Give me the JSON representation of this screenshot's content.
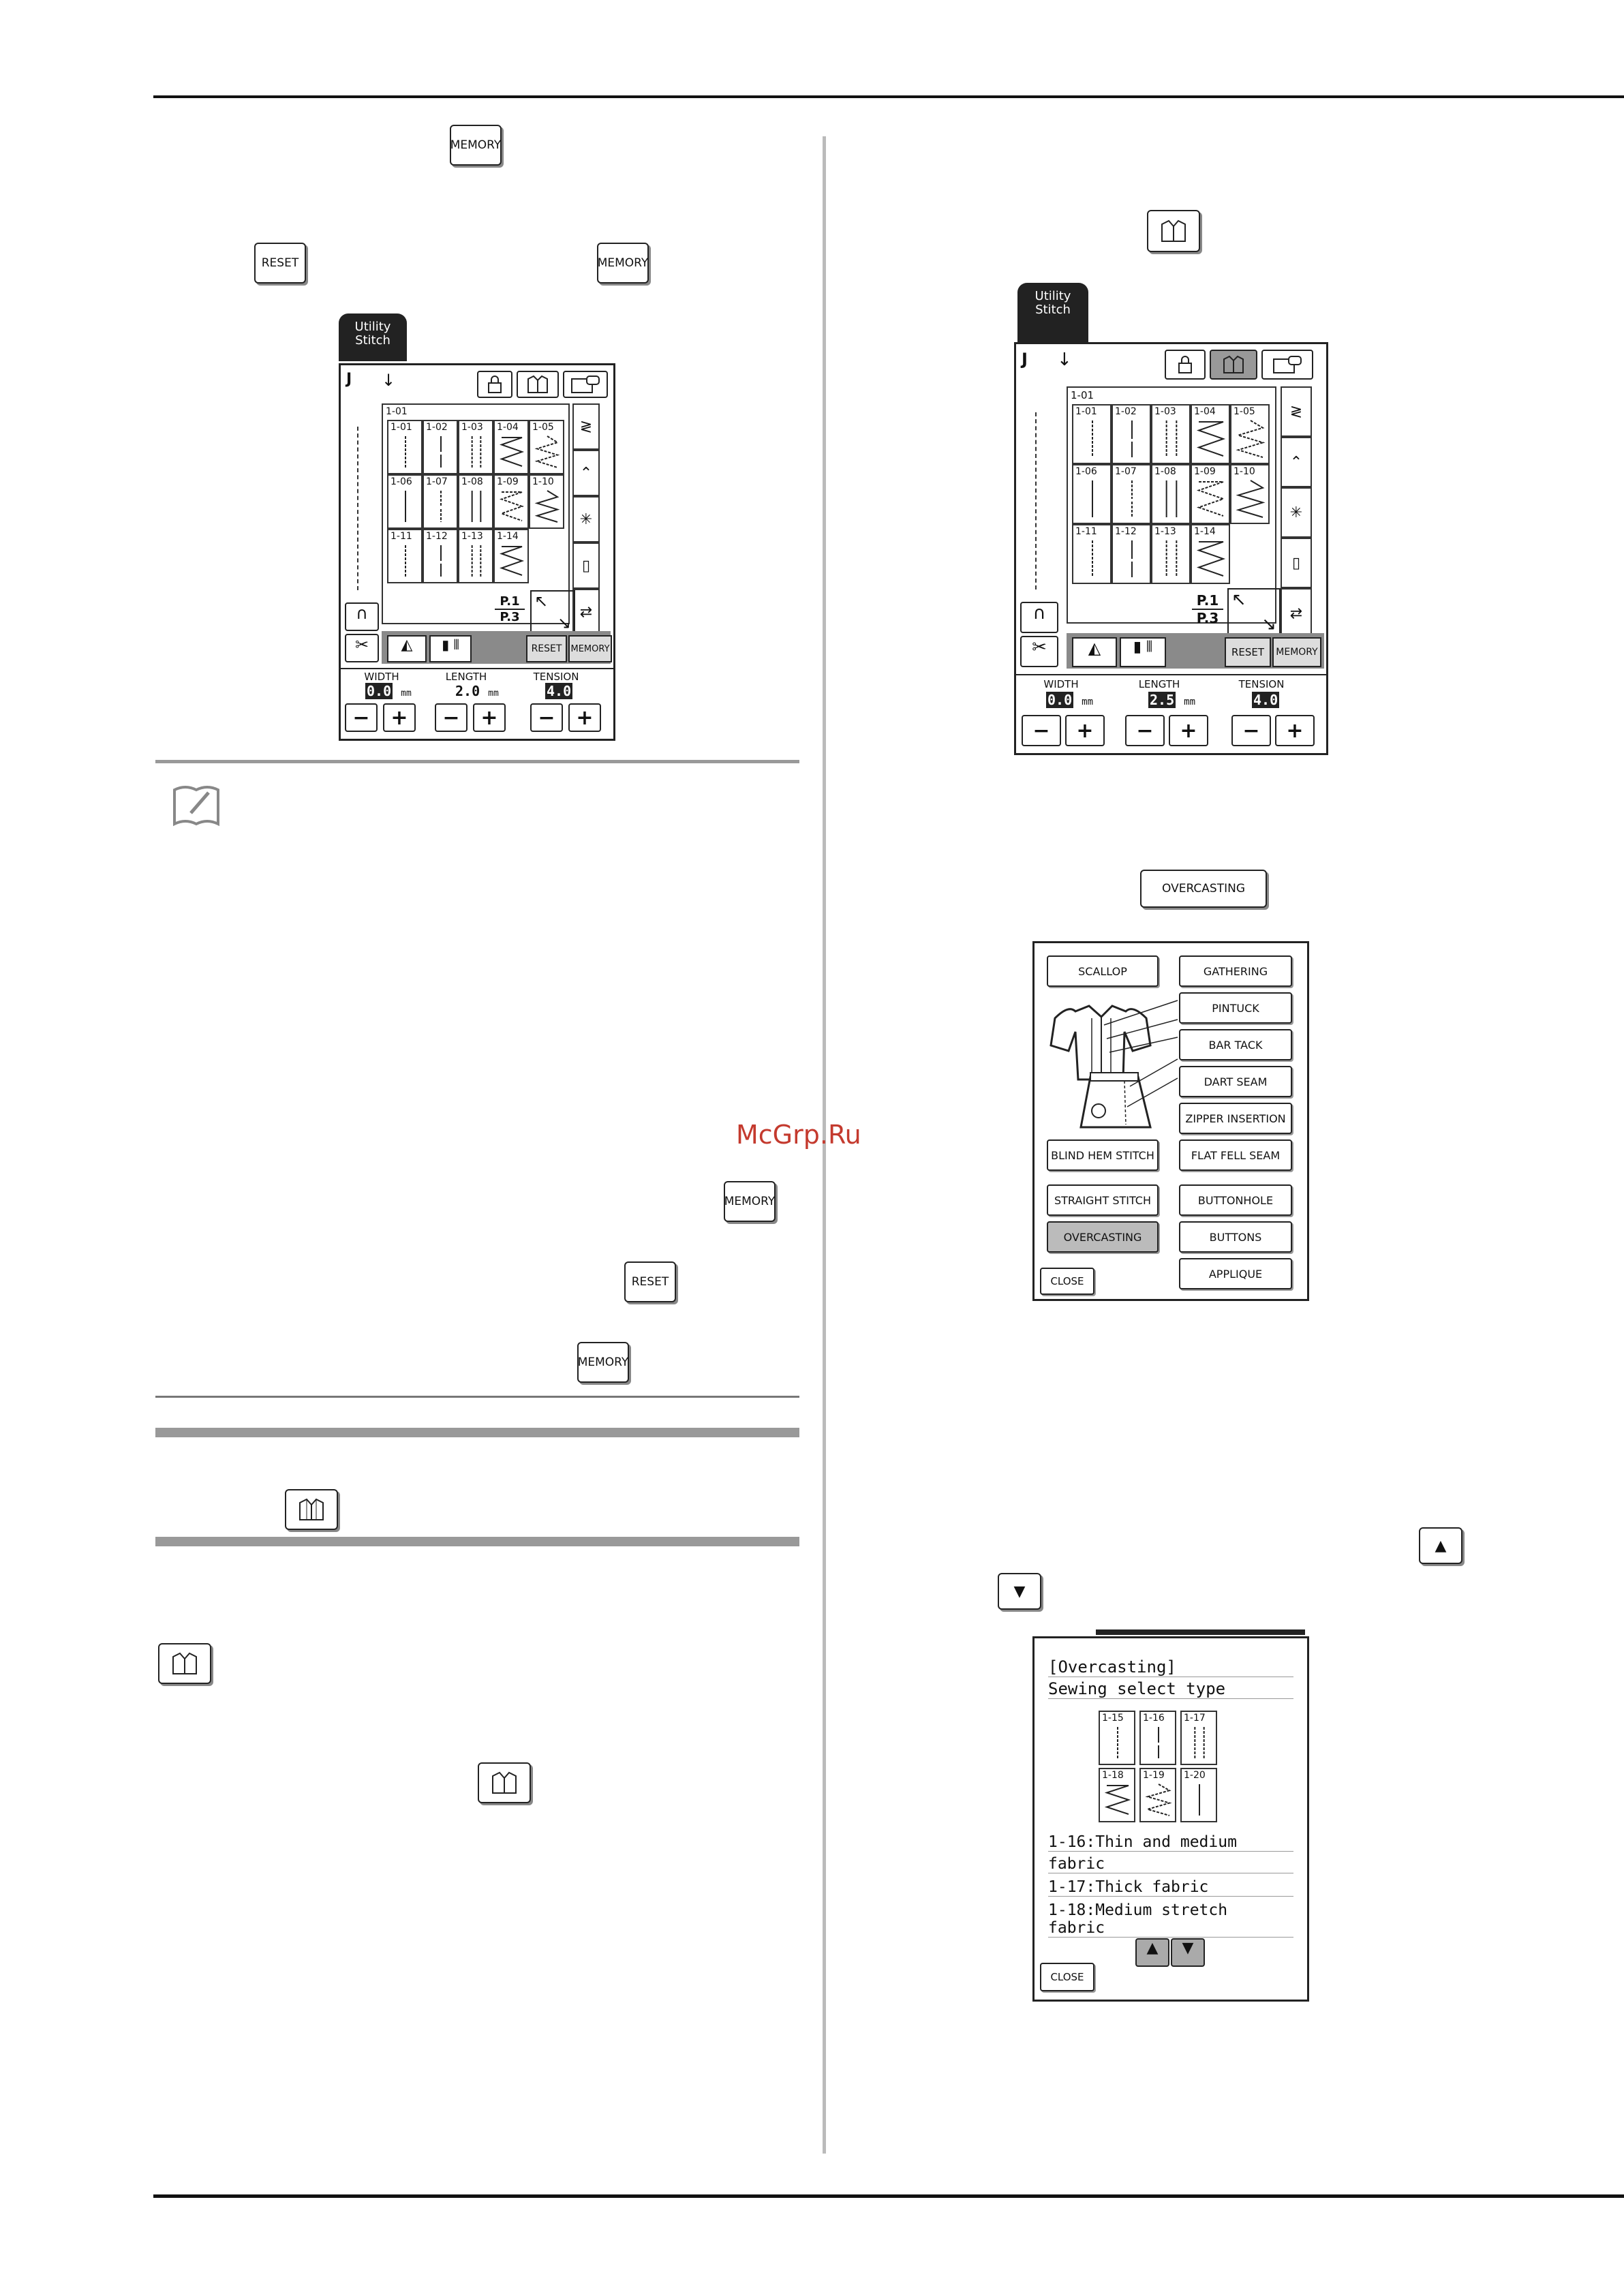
{
  "keys": {
    "memory": "MEMORY",
    "reset": "RESET",
    "overcasting": "OVERCASTING"
  },
  "utility_screen": {
    "tab": "Utility Stitch",
    "page_top": "1-01",
    "cells": [
      "1-01",
      "1-02",
      "1-03",
      "1-04",
      "1-05",
      "1-06",
      "1-07",
      "1-08",
      "1-09",
      "1-10",
      "1-11",
      "1-12",
      "1-13",
      "1-14"
    ],
    "page_num": "P.1",
    "page_total": "P.3",
    "reset": "RESET",
    "memory": "MEMORY",
    "width_label": "WIDTH",
    "length_label": "LENGTH",
    "tension_label": "TENSION",
    "mm": "mm",
    "width_val_1": "0.0",
    "length_val_1": "2.0",
    "tension_val_1": "4.0",
    "width_val_2": "0.0",
    "length_val_2": "2.5",
    "tension_val_2": "4.0"
  },
  "category_screen": {
    "left_buttons": [
      "SCALLOP",
      "BLIND HEM STITCH",
      "STRAIGHT STITCH",
      "OVERCASTING"
    ],
    "right_buttons": [
      "GATHERING",
      "PINTUCK",
      "BAR TACK",
      "DART SEAM",
      "ZIPPER INSERTION",
      "FLAT FELL SEAM",
      "BUTTONHOLE",
      "BUTTONS",
      "APPLIQUE"
    ],
    "close": "CLOSE"
  },
  "overcasting_screen": {
    "title": "[Overcasting]",
    "subtitle": "Sewing select type",
    "cells": [
      "1-15",
      "1-16",
      "1-17",
      "1-18",
      "1-19",
      "1-20"
    ],
    "lines": [
      "1-16:Thin and medium",
      "fabric",
      "1-17:Thick fabric",
      "1-18:Medium stretch fabric"
    ],
    "close": "CLOSE"
  },
  "watermark": "McGrp.Ru"
}
